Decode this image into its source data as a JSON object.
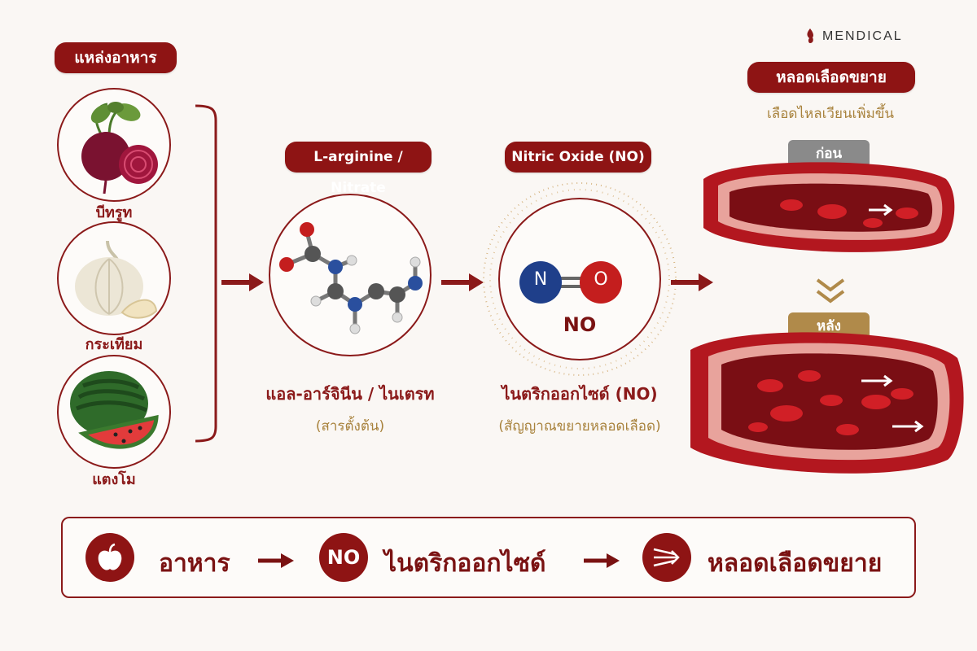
{
  "brand": {
    "name": "MENDICAL"
  },
  "food_sources": {
    "header": "แหล่งอาหาร",
    "items": [
      {
        "label": "บีทรูท",
        "icon": "beetroot-icon"
      },
      {
        "label": "กระเทียม",
        "icon": "garlic-icon"
      },
      {
        "label": "แตงโม",
        "icon": "watermelon-icon"
      }
    ]
  },
  "precursor": {
    "header": "L-arginine / Nitrate",
    "label": "แอล-อาร์จินีน / ไนเตรท",
    "sublabel": "(สารตั้งต้น)"
  },
  "nitric_oxide": {
    "header": "Nitric Oxide (NO)",
    "atom_n": "N",
    "atom_o": "O",
    "formula": "NO",
    "label": "ไนตริกออกไซด์ (NO)",
    "sublabel": "(สัญญาณขยายหลอดเลือด)"
  },
  "vessel": {
    "header": "หลอดเลือดขยาย",
    "subheader": "เลือดไหลเวียนเพิ่มขึ้น",
    "before_label": "ก่อน",
    "after_label": "หลัง"
  },
  "summary": {
    "step1": "อาหาร",
    "step2_badge": "NO",
    "step2": "ไนตริกออกไซด์",
    "step3": "หลอดเลือดขยาย"
  },
  "colors": {
    "primary": "#8e1414",
    "gold": "#a8823c",
    "gray": "#8a8a8a",
    "background": "#faf7f4"
  }
}
